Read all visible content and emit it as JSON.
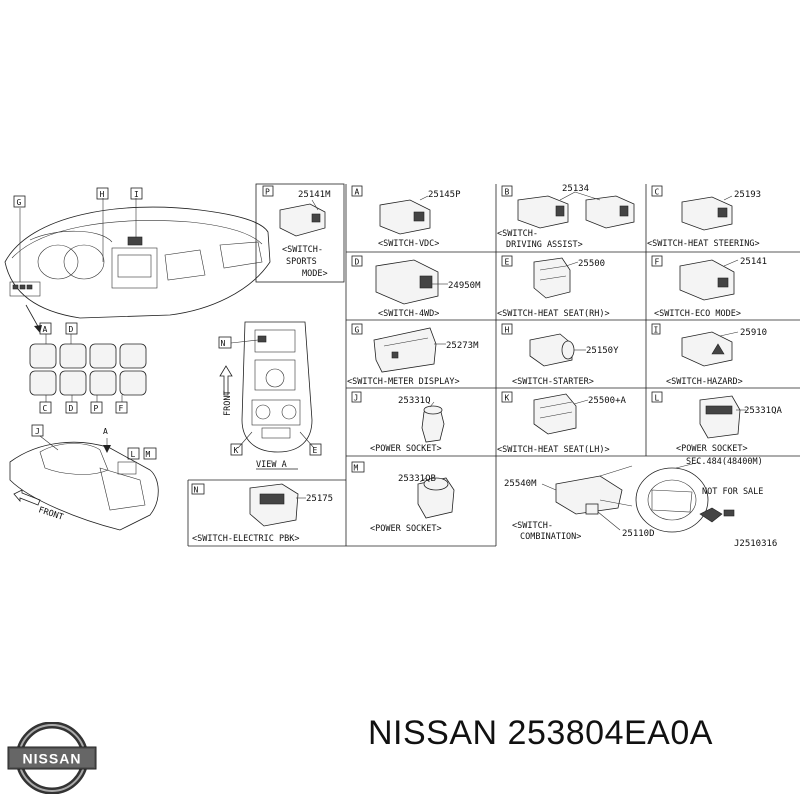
{
  "panels": {
    "P": {
      "tag": "P",
      "part": "25141M",
      "caption": [
        "<SWITCH-",
        "SPORTS",
        "MODE>"
      ]
    },
    "A": {
      "tag": "A",
      "part": "25145P",
      "caption": "<SWITCH-VDC>"
    },
    "B": {
      "tag": "B",
      "part": "25134",
      "caption": [
        "<SWITCH-",
        "DRIVING ASSIST>"
      ]
    },
    "C": {
      "tag": "C",
      "part": "25193",
      "caption": "<SWITCH-HEAT STEERING>"
    },
    "D": {
      "tag": "D",
      "part": "24950M",
      "caption": "<SWITCH-4WD>"
    },
    "E": {
      "tag": "E",
      "part": "25500",
      "caption": "<SWITCH-HEAT SEAT(RH)>"
    },
    "F": {
      "tag": "F",
      "part": "25141",
      "caption": "<SWITCH-ECO MODE>"
    },
    "G": {
      "tag": "G",
      "part": "25273M",
      "caption": "<SWITCH-METER DISPLAY>"
    },
    "H": {
      "tag": "H",
      "part": "25150Y",
      "caption": "<SWITCH-STARTER>"
    },
    "I": {
      "tag": "I",
      "part": "25910",
      "caption": "<SWITCH-HAZARD>"
    },
    "J": {
      "tag": "J",
      "part": "25331Q",
      "caption": "<POWER SOCKET>"
    },
    "K": {
      "tag": "K",
      "part": "25500+A",
      "caption": "<SWITCH-HEAT SEAT(LH)>"
    },
    "L": {
      "tag": "L",
      "part": "25331QA",
      "caption": "<POWER SOCKET>"
    },
    "M": {
      "tag": "M",
      "part": "25331QB",
      "caption": "<POWER SOCKET>"
    },
    "N": {
      "tag": "N",
      "part": "25175",
      "caption": "<SWITCH-ELECTRIC PBK>"
    },
    "combo": {
      "part1": "25540M",
      "part2": "25110D",
      "caption": [
        "<SWITCH-",
        "COMBINATION>"
      ],
      "sec": "SEC.484(48400M)",
      "nfs": "NOT FOR SALE"
    }
  },
  "overview": {
    "tags_top": [
      "G",
      "H",
      "I"
    ],
    "grid_top": [
      "A",
      "D"
    ],
    "grid_bottom": [
      "C",
      "D",
      "P",
      "F"
    ],
    "console_tags": [
      "J",
      "A",
      "L",
      "M"
    ],
    "front": "FRONT",
    "view_a": {
      "title": "VIEW A",
      "tags": [
        "N",
        "K",
        "E"
      ],
      "front": "FRONT"
    }
  },
  "diagram_id": "J2510316",
  "footer": {
    "brand": "NISSAN",
    "part_number": "NISSAN 253804EA0A"
  }
}
